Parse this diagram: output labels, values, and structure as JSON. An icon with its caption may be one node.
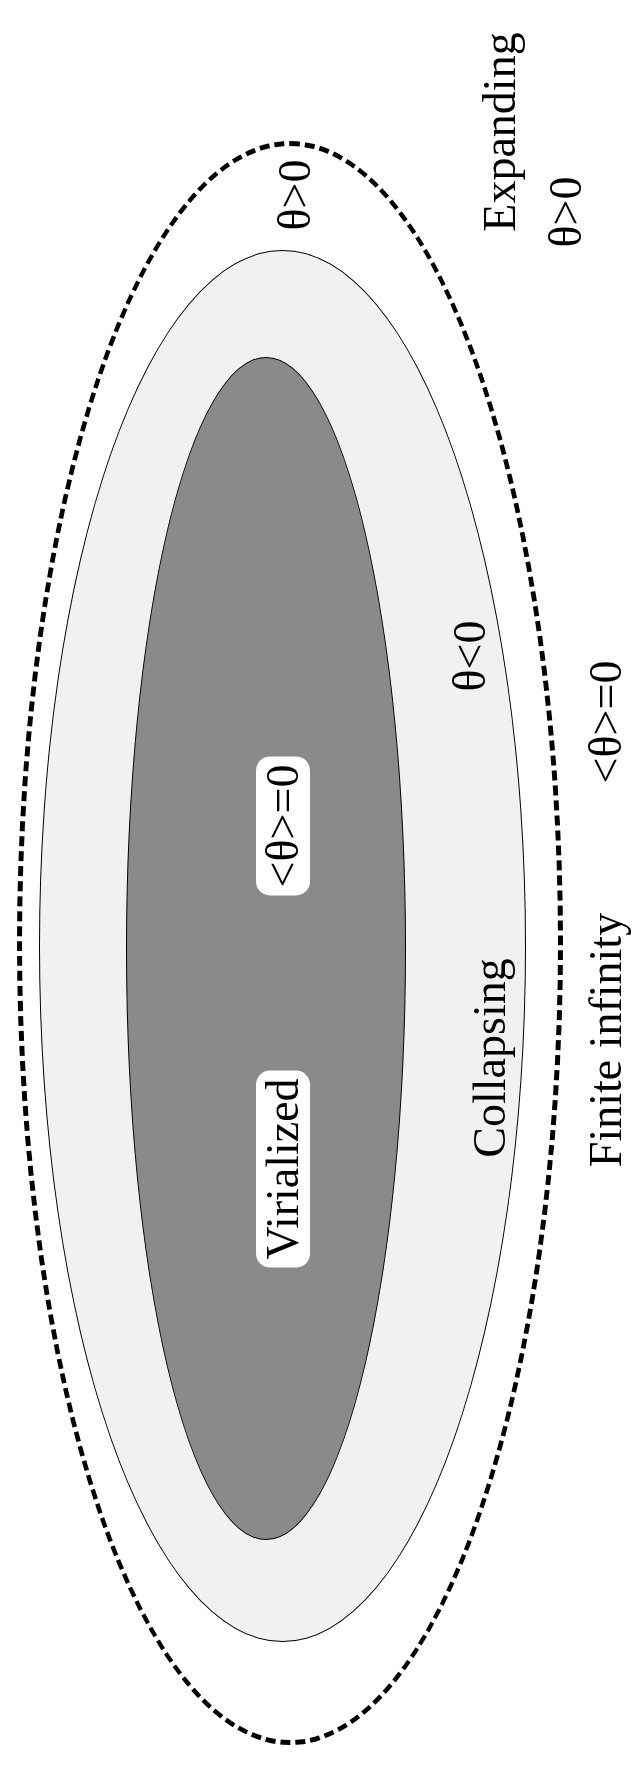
{
  "diagram": {
    "nodes": [
      {
        "text": [
          "θ>0"
        ]
      },
      {
        "text": [
          "Collapsing",
          "θ<0"
        ],
        "in": 0
      },
      {
        "text": [
          "Virialized",
          "<θ>=0"
        ],
        "in": 1
      }
    ],
    "labels": [
      "Expanding",
      "θ>0",
      "Finite infinity",
      "<θ>=0"
    ]
  }
}
